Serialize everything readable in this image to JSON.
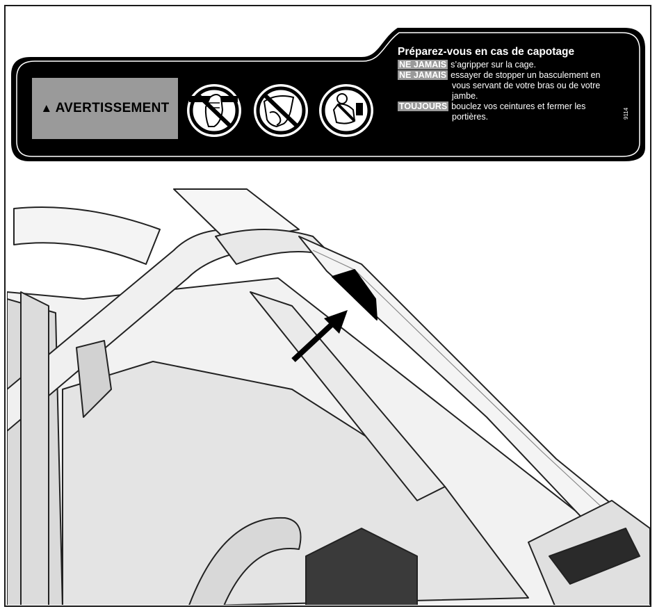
{
  "label": {
    "signal_word": "AVERTISSEMENT",
    "signal_icon": "warning-triangle-icon",
    "title": "Préparez-vous en cas de capotage",
    "lines": [
      {
        "keyword": "NE JAMAIS",
        "text": "s’agripper sur la cage.",
        "cont": []
      },
      {
        "keyword": "NE JAMAIS",
        "text": "essayer de stopper un basculement en",
        "cont": [
          "vous servant de votre bras ou de votre",
          "jambe."
        ]
      },
      {
        "keyword": "TOUJOURS",
        "text": "bouclez vos ceintures et fermer les",
        "cont": [
          "portières."
        ]
      }
    ],
    "code": "9114",
    "pictograms": [
      "no-grab-cage-icon",
      "no-limb-out-icon",
      "seatbelt-icon"
    ],
    "colors": {
      "label_bg": "#000000",
      "signal_bg": "#9a9a9a",
      "text": "#ffffff"
    }
  },
  "illustration": {
    "subject": "vehicle-roll-cage-illustration",
    "pointer": "arrow-icon"
  }
}
